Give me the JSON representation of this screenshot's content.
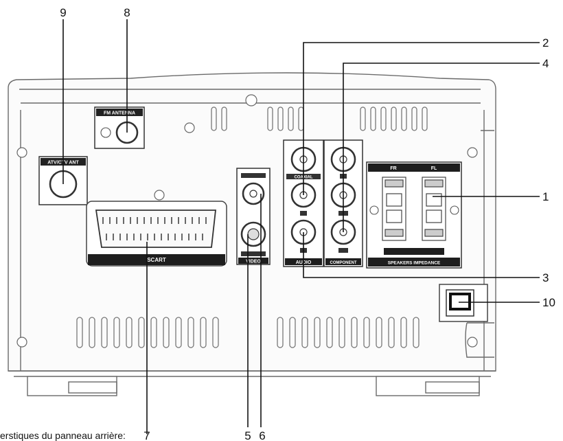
{
  "callouts": {
    "c1": "1",
    "c2": "2",
    "c3": "3",
    "c4": "4",
    "c5": "5",
    "c6": "6",
    "c7": "7",
    "c8": "8",
    "c9": "9",
    "c10": "10"
  },
  "panel_labels": {
    "fm_antenna": "FM ANTENNA",
    "atv_ant": "ATV/CTV ANT",
    "scart": "SCART",
    "video": "VIDEO",
    "audio": "AUDIO",
    "component": "COMPONENT",
    "coaxial": "COAXIAL",
    "speakers_impedance": "SPEAKERS IMPEDANCE",
    "fr": "FR",
    "fl": "FL"
  },
  "caption": "erstiques du panneau arrière:"
}
